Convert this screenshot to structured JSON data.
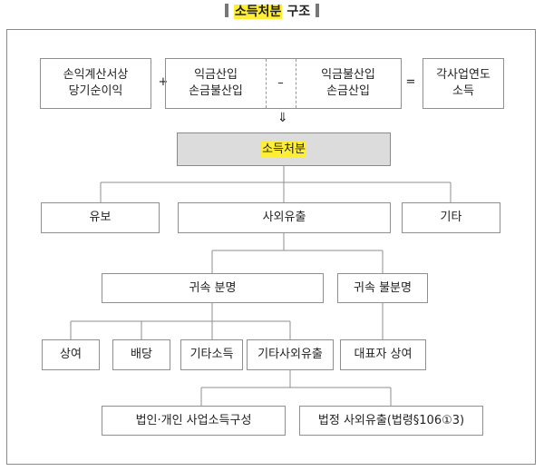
{
  "title": {
    "highlight": "소득처분",
    "rest": "구조"
  },
  "top": {
    "net_income": [
      "손익계산서상",
      "당기순이익"
    ],
    "op_plus": "+",
    "add_items": [
      "익금산입",
      "손금불산입"
    ],
    "op_minus": "–",
    "deduct_items": [
      "익금불산입",
      "손금산입"
    ],
    "op_equals": "=",
    "result": [
      "각사업연도",
      "소득"
    ],
    "arrow": "⇓"
  },
  "main": {
    "label": "소득처분"
  },
  "level1": {
    "yubo": "유보",
    "sawoe": "사외유출",
    "gita": "기타"
  },
  "level2": {
    "known": "귀속 분명",
    "unknown": "귀속 불분명"
  },
  "level3": {
    "bonus": "상여",
    "dividend": "배당",
    "other_income": "기타소득",
    "other_outflow": "기타사외유출",
    "rep_bonus": "대표자 상여"
  },
  "level4": {
    "corp_business": "법인·개인 사업소득구성",
    "statutory": "법정 사외유출(법령§106①3)"
  }
}
